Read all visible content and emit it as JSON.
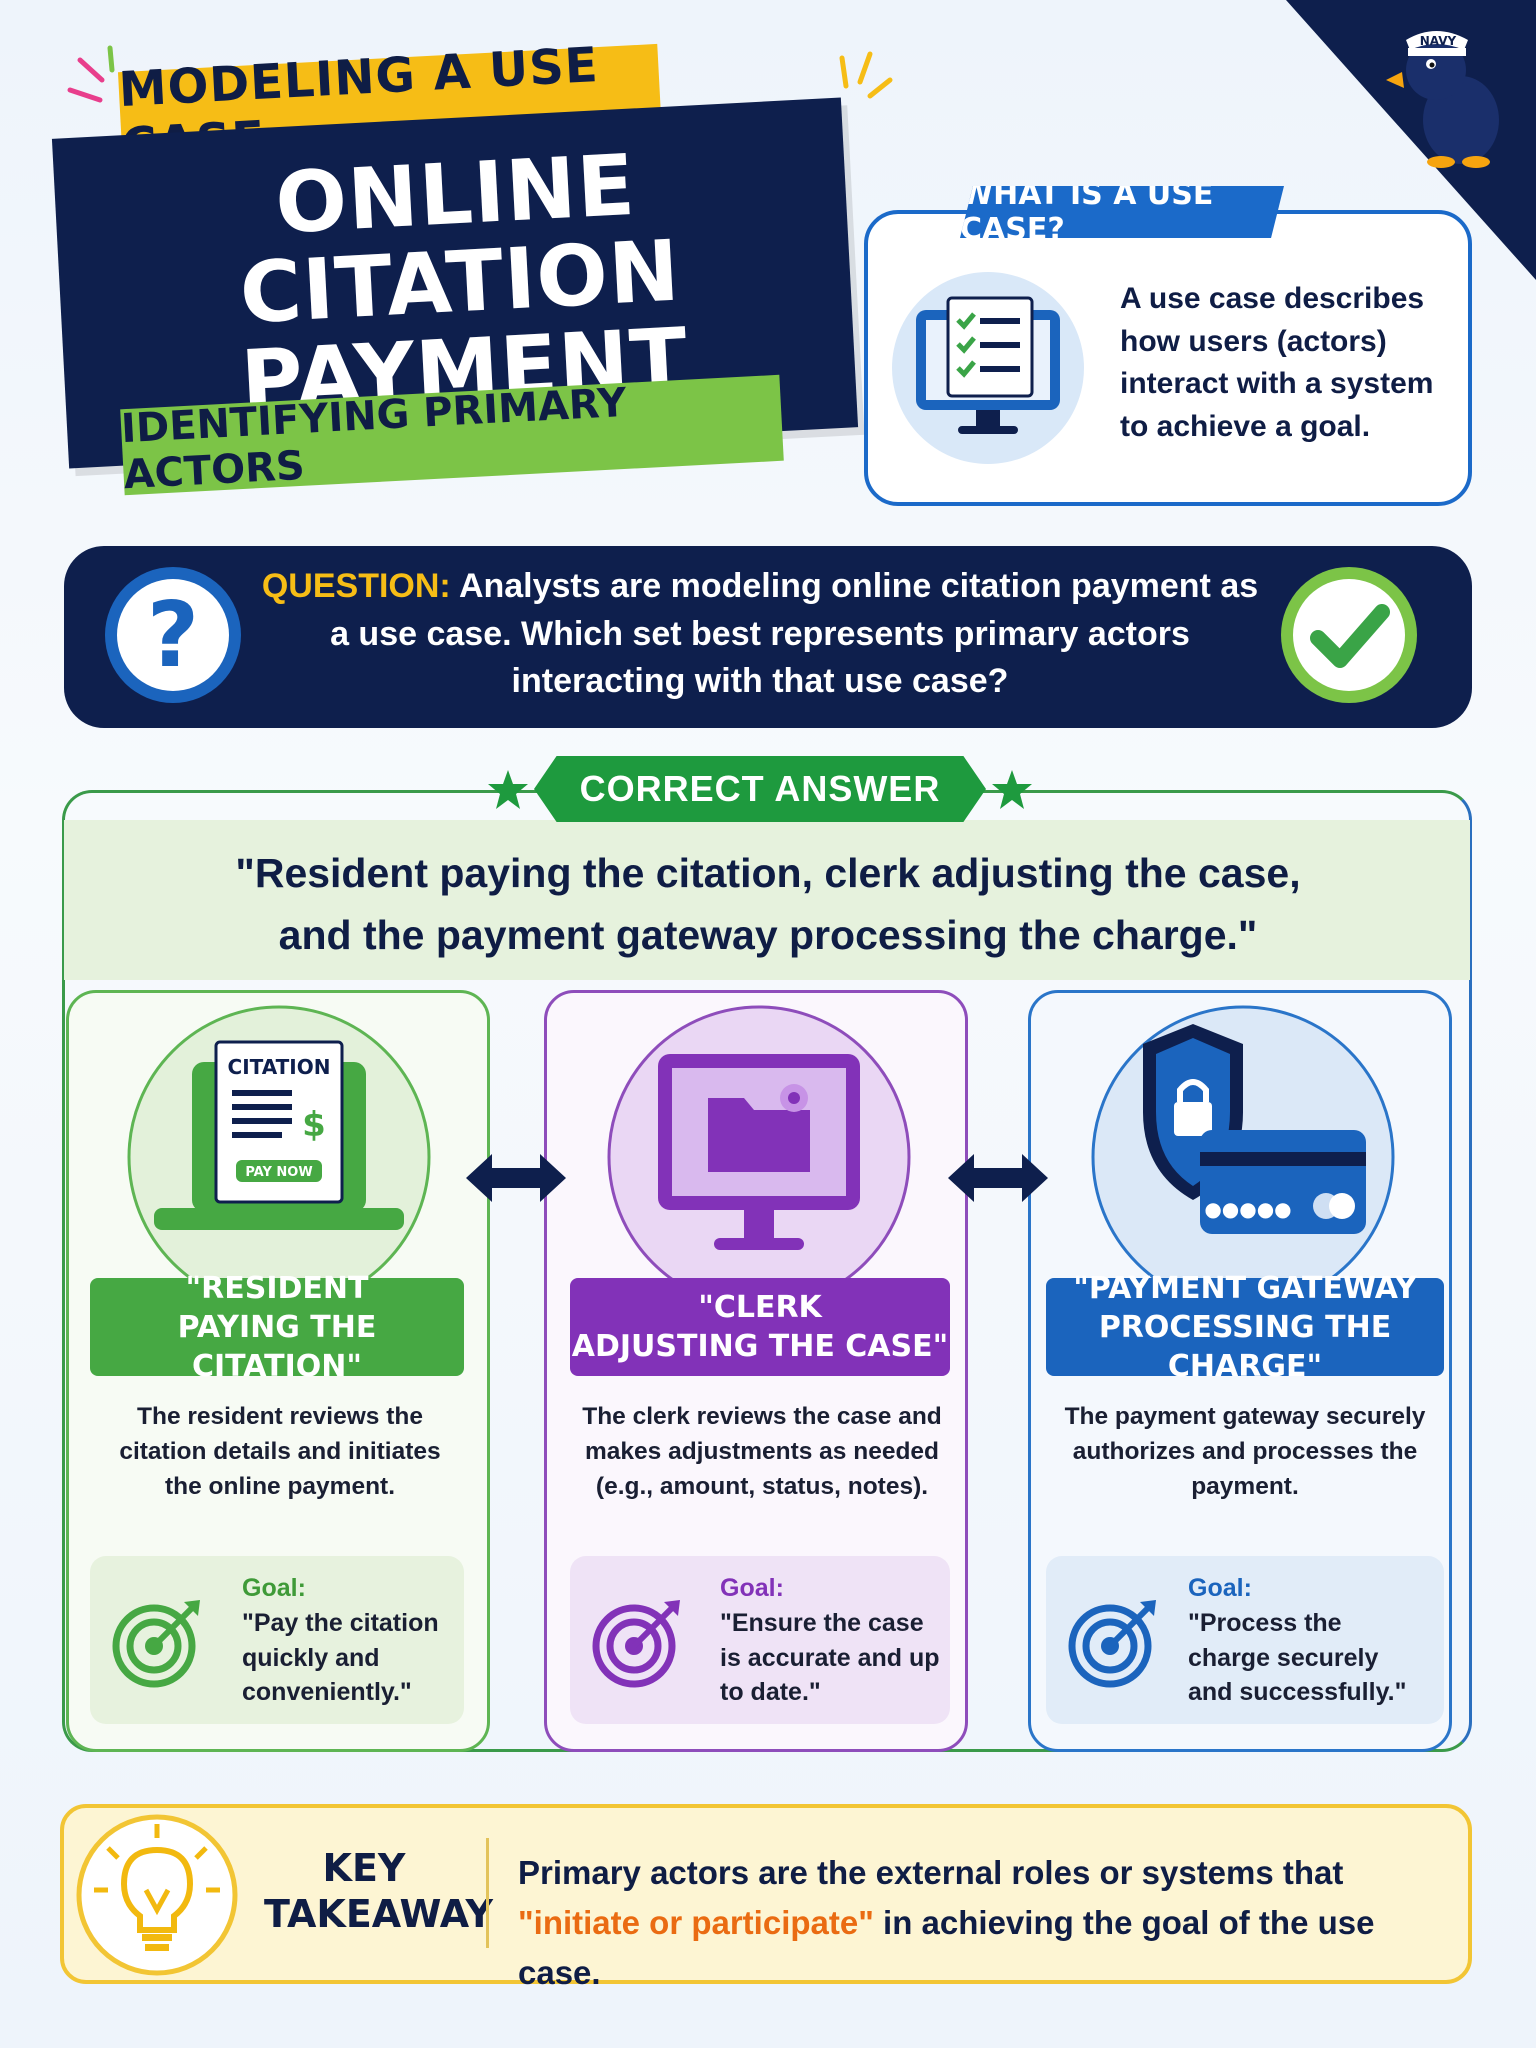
{
  "mascot": {
    "cap_text": "NAVY"
  },
  "title": {
    "kicker": "MODELING A USE CASE",
    "line1": "ONLINE CITATION",
    "line2": "PAYMENT",
    "subtitle": "IDENTIFYING PRIMARY ACTORS"
  },
  "definition": {
    "heading": "WHAT IS A USE CASE?",
    "text": "A use case describes how users (actors) interact with a system to achieve a goal."
  },
  "question": {
    "label": "QUESTION:",
    "text": "Analysts are modeling online citation payment as a use case. Which set best represents primary actors interacting with that use case?"
  },
  "answer": {
    "tag": "CORRECT ANSWER",
    "quote_line1": "\"Resident paying the citation, clerk adjusting the case,",
    "quote_line2": "and the payment gateway processing the charge.\""
  },
  "actors": [
    {
      "title_line1": "\"RESIDENT",
      "title_line2": "PAYING THE CITATION\"",
      "description": "The resident reviews the citation details and initiates the online payment.",
      "goal_label": "Goal:",
      "goal": "\"Pay the citation quickly and conveniently.\"",
      "icon_texts": {
        "heading": "CITATION",
        "button": "PAY NOW"
      }
    },
    {
      "title_line1": "\"CLERK",
      "title_line2": "ADJUSTING THE CASE\"",
      "description": "The clerk reviews the case and makes adjustments as needed (e.g., amount, status, notes).",
      "goal_label": "Goal:",
      "goal": "\"Ensure the case is accurate and up to date.\""
    },
    {
      "title_line1": "\"PAYMENT GATEWAY",
      "title_line2": "PROCESSING THE CHARGE\"",
      "description": "The payment gateway securely authorizes and processes the payment.",
      "goal_label": "Goal:",
      "goal": "\"Process the charge securely and successfully.\""
    }
  ],
  "takeaway": {
    "label_line1": "KEY",
    "label_line2": "TAKEAWAY",
    "text_before": "Primary actors are the external roles or systems that ",
    "highlight": "\"initiate or participate\"",
    "text_after": " in achieving the goal of the use case."
  },
  "colors": {
    "navy": "#0e1f4d",
    "yellow": "#f6bd16",
    "green": "#46a843",
    "purple": "#8232b8",
    "blue": "#1b64bd",
    "orange": "#ea6b12"
  }
}
